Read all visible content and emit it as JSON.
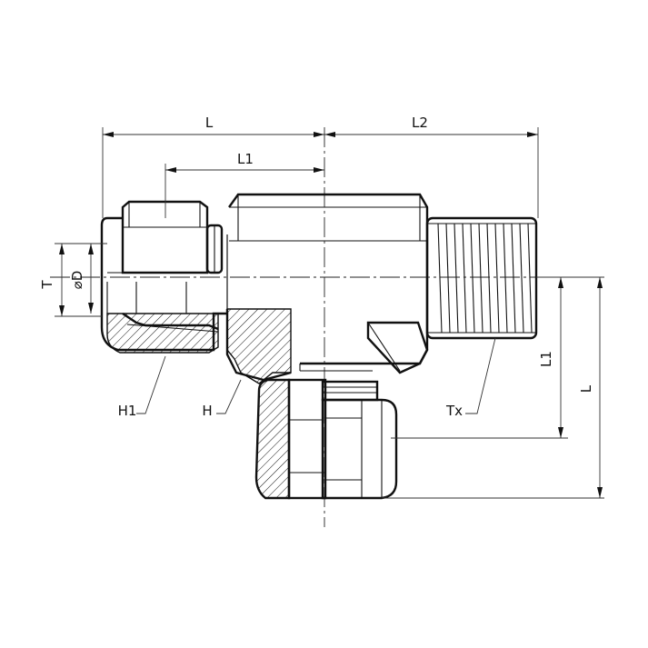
{
  "labels": {
    "L_top": "L",
    "L2": "L2",
    "L1_top": "L1",
    "T": "T",
    "phiD": "⌀D",
    "H1": "H1",
    "H": "H",
    "Tx": "Tx",
    "L1_right": "L1",
    "L_right": "L"
  }
}
